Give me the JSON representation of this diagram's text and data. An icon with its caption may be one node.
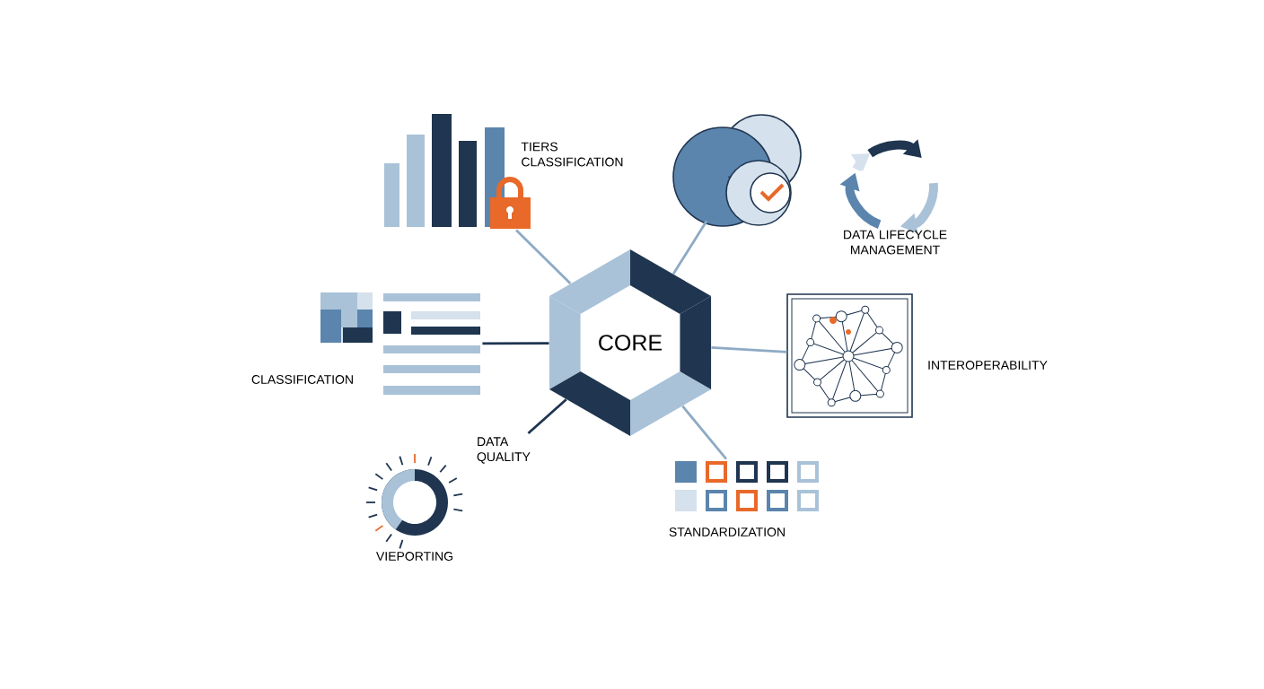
{
  "diagram": {
    "nodes": [
      {
        "text": [
          "CORE"
        ]
      },
      {
        "text": [
          "TIERS CLASSIFICATION"
        ]
      },
      {
        "text": [],
        "shape": "picture"
      },
      {
        "text": [
          "DATA LIFECYCLE MANAGEMENT"
        ]
      },
      {
        "text": [
          "CLASSIFICATION"
        ]
      },
      {
        "text": [
          "INTEROPERABILITY"
        ]
      },
      {
        "text": [
          "DATA QUALITY"
        ]
      },
      {
        "text": [
          "VIEPORTING"
        ]
      },
      {
        "text": [
          "STANDARDIZATION"
        ]
      }
    ],
    "edges": [
      {
        "from": 0,
        "to": 1,
        "arrow": "none"
      },
      {
        "from": 0,
        "to": 2,
        "arrow": "none"
      },
      {
        "from": 0,
        "to": 4,
        "arrow": "none",
        "color": "#1f3550"
      },
      {
        "from": 0,
        "to": 5,
        "arrow": "none"
      },
      {
        "from": 0,
        "to": 6,
        "arrow": "none",
        "color": "#1f3550"
      },
      {
        "from": 0,
        "to": 8,
        "arrow": "none"
      }
    ]
  }
}
